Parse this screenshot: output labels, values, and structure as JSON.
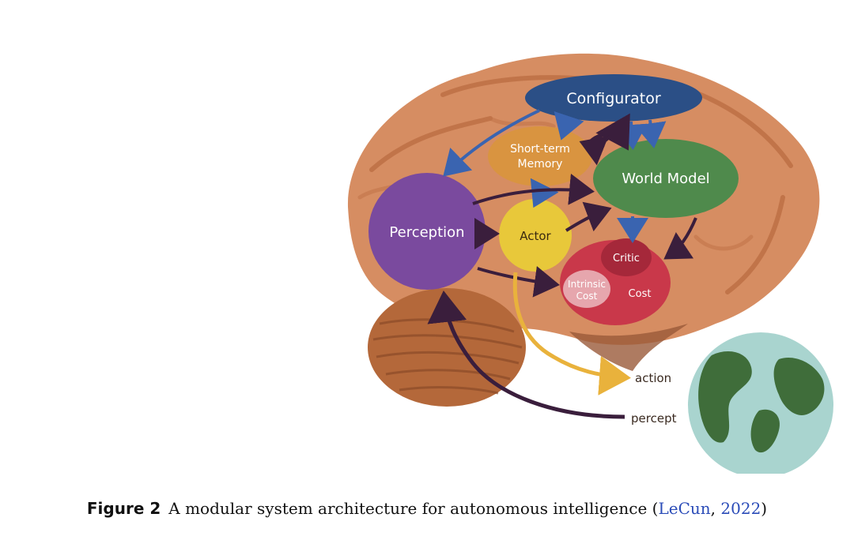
{
  "diagram": {
    "modules": {
      "configurator": "Configurator",
      "short_term_memory_line1": "Short-term",
      "short_term_memory_line2": "Memory",
      "world_model": "World Model",
      "perception": "Perception",
      "actor": "Actor",
      "critic": "Critic",
      "intrinsic_cost_line1": "Intrinsic",
      "intrinsic_cost_line2": "Cost",
      "cost": "Cost"
    },
    "io": {
      "action": "action",
      "percept": "percept"
    },
    "colors": {
      "configurator": "#2b4f86",
      "short_term_memory": "#d99440",
      "world_model": "#4f8a4c",
      "perception": "#7a4a9e",
      "actor": "#e8c83a",
      "cost": "#c9384a",
      "critic": "#a5283a",
      "intrinsic_cost": "#e6a6ad",
      "brain": "#d38a5e",
      "cerebellum": "#b4683a",
      "earth_ocean": "#a9d4cf",
      "earth_land": "#3f6d3a",
      "arrow_blue": "#3a64b0",
      "arrow_dark": "#3a1e3c",
      "arrow_yellow": "#e9b23c"
    }
  },
  "caption": {
    "label": "Figure 2",
    "text": "A modular system architecture for autonomous intelligence (",
    "cite_author": "LeCun",
    "separator": ", ",
    "cite_year": "2022",
    "close": ")"
  }
}
